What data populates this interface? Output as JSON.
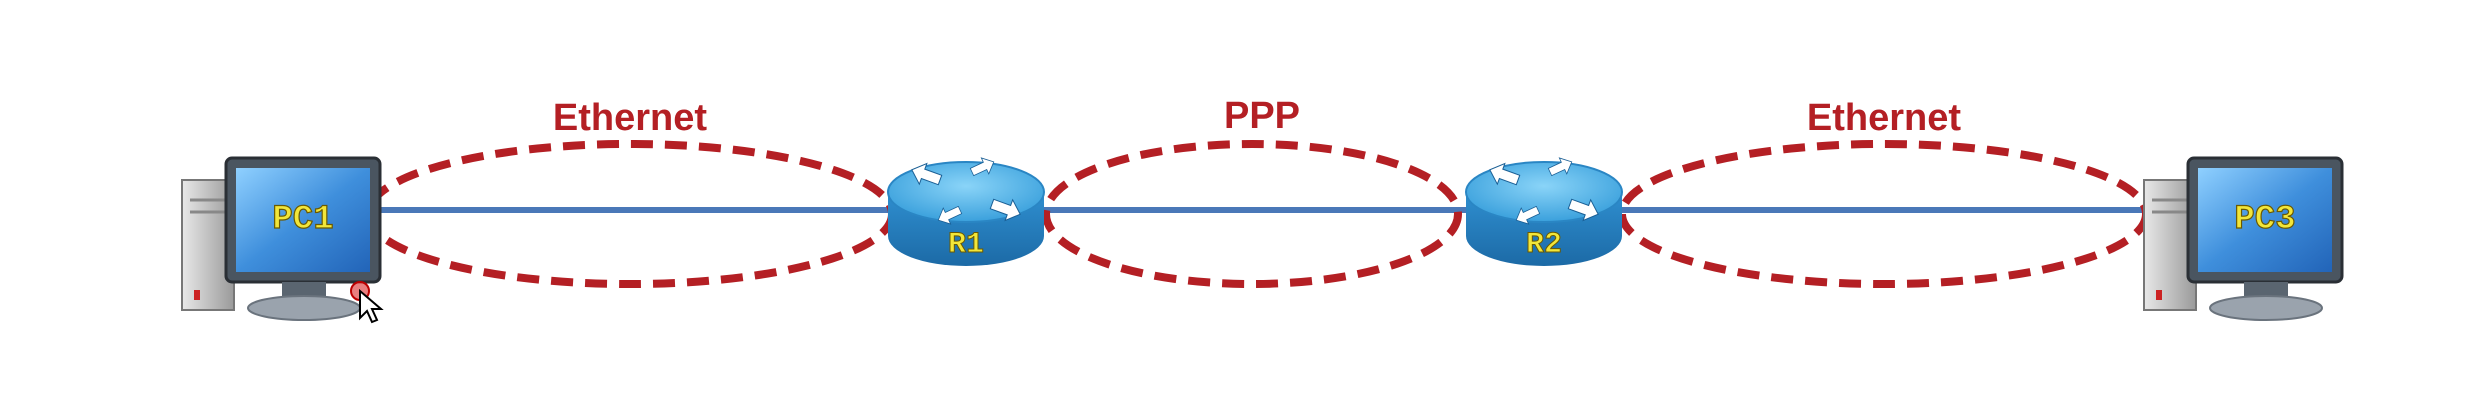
{
  "colors": {
    "link": "#4a78b8",
    "ellipse": "#b41f24",
    "segment_label": "#b41f24",
    "router_top": "#5cb8e8",
    "router_side": "#2a86c4",
    "device_label": "#f2e63a",
    "screen": "#4d9be0"
  },
  "segments": [
    {
      "label": "Ethernet"
    },
    {
      "label": "PPP"
    },
    {
      "label": "Ethernet"
    }
  ],
  "devices": {
    "pc1": {
      "label": "PC1",
      "icon": "desktop-pc-icon"
    },
    "r1": {
      "label": "R1",
      "icon": "router-icon"
    },
    "r2": {
      "label": "R2",
      "icon": "router-icon"
    },
    "pc3": {
      "label": "PC3",
      "icon": "desktop-pc-icon"
    }
  },
  "cursor": {
    "icon": "mouse-pointer-icon"
  }
}
